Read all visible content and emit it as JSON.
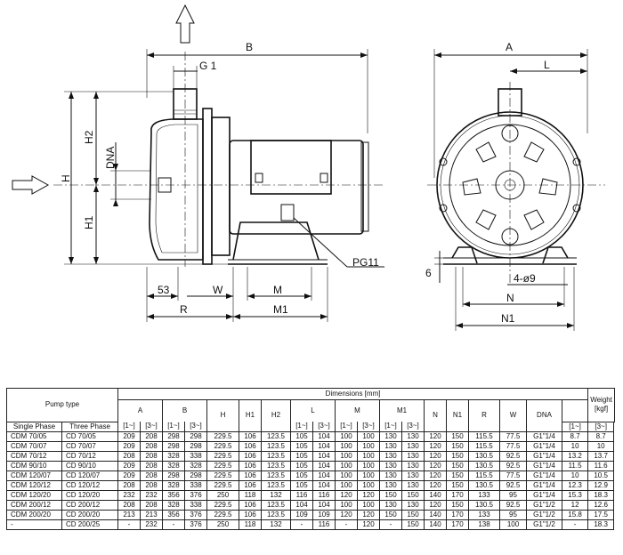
{
  "drawing": {
    "labels": {
      "B": "B",
      "G1": "G 1",
      "H": "H",
      "H1": "H1",
      "H2": "H2",
      "DNA": "DNA",
      "PG11": "PG11",
      "d53": "53",
      "W": "W",
      "M": "M",
      "R": "R",
      "M1": "M1",
      "A": "A",
      "L": "L",
      "six": "6",
      "holes": "4-ø9",
      "N": "N",
      "N1": "N1"
    }
  },
  "table": {
    "head": {
      "pump_type": "Pump type",
      "single_phase": "Single Phase",
      "three_phase": "Three Phase",
      "dimensions": "Dimensions [mm]",
      "weight": "Weight",
      "weight_unit": "[kgf]",
      "cols": {
        "A": "A",
        "B": "B",
        "H": "H",
        "H1": "H1",
        "H2": "H2",
        "L": "L",
        "M": "M",
        "M1": "M1",
        "N": "N",
        "N1": "N1",
        "R": "R",
        "W": "W",
        "DNA": "DNA"
      },
      "p1": "[1~]",
      "p3": "[3~]"
    },
    "rows": [
      [
        "CDM  70/05",
        "CD  70/05",
        "209",
        "208",
        "298",
        "298",
        "229.5",
        "106",
        "123.5",
        "105",
        "104",
        "100",
        "100",
        "130",
        "130",
        "120",
        "150",
        "115.5",
        "77.5",
        "G1\"1/4",
        "8.7",
        "8.7"
      ],
      [
        "CDM  70/07",
        "CD  70/07",
        "209",
        "208",
        "298",
        "298",
        "229.5",
        "106",
        "123.5",
        "105",
        "104",
        "100",
        "100",
        "130",
        "130",
        "120",
        "150",
        "115.5",
        "77.5",
        "G1\"1/4",
        "10",
        "10"
      ],
      [
        "CDM  70/12",
        "CD  70/12",
        "208",
        "208",
        "328",
        "338",
        "229.5",
        "106",
        "123.5",
        "105",
        "104",
        "100",
        "100",
        "130",
        "130",
        "120",
        "150",
        "130.5",
        "92.5",
        "G1\"1/4",
        "13.2",
        "13.7"
      ],
      [
        "CDM  90/10",
        "CD  90/10",
        "209",
        "208",
        "328",
        "328",
        "229.5",
        "106",
        "123.5",
        "105",
        "104",
        "100",
        "100",
        "130",
        "130",
        "120",
        "150",
        "130.5",
        "92.5",
        "G1\"1/4",
        "11.5",
        "11.6"
      ],
      [
        "CDM 120/07",
        "CD 120/07",
        "209",
        "208",
        "298",
        "298",
        "229.5",
        "106",
        "123.5",
        "105",
        "104",
        "100",
        "100",
        "130",
        "130",
        "120",
        "150",
        "115.5",
        "77.5",
        "G1\"1/4",
        "10",
        "10.5"
      ],
      [
        "CDM 120/12",
        "CD 120/12",
        "208",
        "208",
        "328",
        "338",
        "229.5",
        "106",
        "123.5",
        "105",
        "104",
        "100",
        "100",
        "130",
        "130",
        "120",
        "150",
        "130.5",
        "92.5",
        "G1\"1/4",
        "12.3",
        "12.9"
      ],
      [
        "CDM 120/20",
        "CD 120/20",
        "232",
        "232",
        "356",
        "376",
        "250",
        "118",
        "132",
        "116",
        "116",
        "120",
        "120",
        "150",
        "150",
        "140",
        "170",
        "133",
        "95",
        "G1\"1/4",
        "15.3",
        "18.3"
      ],
      [
        "CDM 200/12",
        "CD 200/12",
        "208",
        "208",
        "328",
        "338",
        "229.5",
        "106",
        "123.5",
        "104",
        "104",
        "100",
        "100",
        "130",
        "130",
        "120",
        "150",
        "130.5",
        "92.5",
        "G1\"1/2",
        "12",
        "12.6"
      ],
      [
        "CDM 200/20",
        "CD 200/20",
        "213",
        "213",
        "356",
        "376",
        "229.5",
        "106",
        "123.5",
        "109",
        "109",
        "120",
        "120",
        "150",
        "150",
        "140",
        "170",
        "133",
        "95",
        "G1\"1/2",
        "15.8",
        "17.5"
      ],
      [
        "-",
        "CD 200/25",
        "-",
        "232",
        "-",
        "376",
        "250",
        "118",
        "132",
        "-",
        "116",
        "-",
        "120",
        "-",
        "150",
        "140",
        "170",
        "138",
        "100",
        "G1\"1/2",
        "-",
        "18.3"
      ]
    ]
  }
}
